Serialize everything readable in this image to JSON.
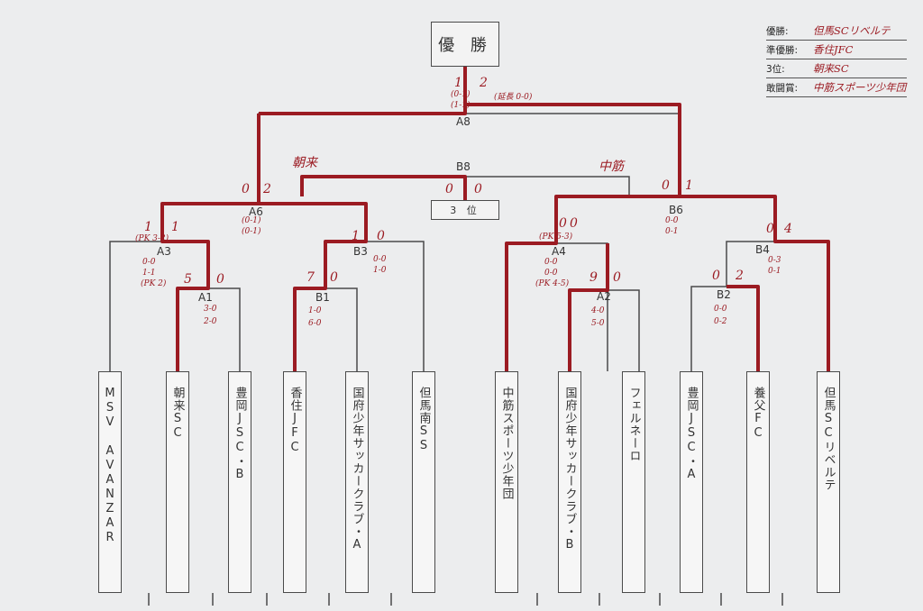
{
  "title": "優 勝",
  "third_place_label": "3 位",
  "results": [
    {
      "label": "優勝:",
      "value": "但馬SCリベルテ"
    },
    {
      "label": "準優勝:",
      "value": "香住JFC"
    },
    {
      "label": "3位:",
      "value": "朝来SC"
    },
    {
      "label": "敢闘賞:",
      "value": "中筋スポーツ少年団"
    }
  ],
  "teams": [
    "MSV AVANZAR",
    "朝来SC",
    "豊岡JSC・B",
    "香住JFC",
    "国府少年サッカークラブ・A",
    "但馬南SS",
    "中筋スポーツ少年団",
    "国府少年サッカークラブ・B",
    "フェルネーロ",
    "豊岡JSC・A",
    "養父FC",
    "但馬SCリベルテ"
  ],
  "match_codes": {
    "A1": "A1",
    "B1": "B1",
    "A3": "A3",
    "B3": "B3",
    "A2": "A2",
    "B2": "B2",
    "A4": "A4",
    "B4": "B4",
    "A6": "A6",
    "B6": "B6",
    "A8": "A8",
    "B8": "B8"
  },
  "scores": {
    "A1": {
      "left": "5",
      "right": "0",
      "halves": [
        "3-0",
        "2-0"
      ]
    },
    "B1": {
      "left": "7",
      "right": "0",
      "halves": [
        "1-0",
        "6-0"
      ]
    },
    "A2": {
      "left": "9",
      "right": "0",
      "halves": [
        "4-0",
        "5-0"
      ]
    },
    "B2": {
      "left": "0",
      "right": "2",
      "halves": [
        "0-0",
        "0-2"
      ]
    },
    "A3": {
      "left": "1",
      "right": "1",
      "halves": [
        "0-0",
        "1-1"
      ],
      "pk": [
        "(PK 3-2)",
        "(PK 2)"
      ]
    },
    "B3": {
      "left": "1",
      "right": "0",
      "halves": [
        "0-0",
        "1-0"
      ]
    },
    "A4": {
      "left": "0",
      "right": "0",
      "halves": [
        "0-0",
        "0-0"
      ],
      "pk": [
        "(PK 5-3)",
        "(PK 4-5)"
      ]
    },
    "B4": {
      "left": "0",
      "right": "4",
      "halves": [
        "0-3",
        "0-1"
      ]
    },
    "A6": {
      "left": "0",
      "right": "2",
      "halves": [
        "(0-1)",
        "(0-1)"
      ]
    },
    "B6": {
      "left": "0",
      "right": "1",
      "halves": [
        "0-0",
        "0-1"
      ]
    },
    "B8": {
      "left": "0",
      "right": "0"
    },
    "A8": {
      "left": "1",
      "right": "2",
      "halves": [
        "(0-1)",
        "(1-1)"
      ],
      "pk": "(延長 0-0)"
    }
  },
  "side_labels": {
    "left": "朝来",
    "right": "中筋"
  },
  "colors": {
    "winner_line": "#9b1b22",
    "bracket_line": "#4a4a4a",
    "paper": "#ecedee"
  }
}
